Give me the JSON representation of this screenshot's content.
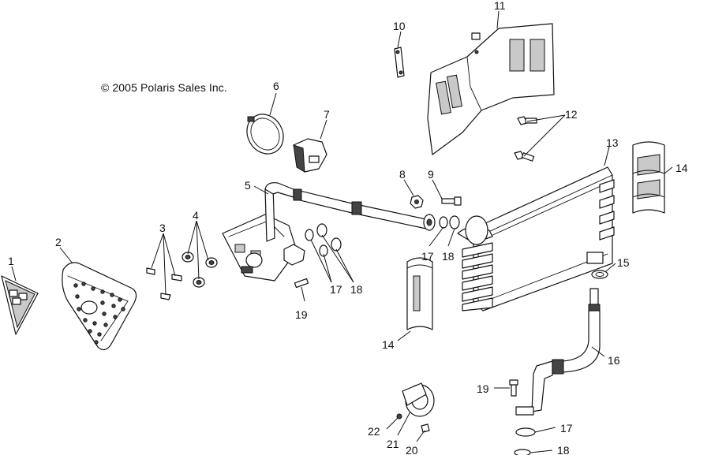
{
  "copyright": "© 2005 Polaris Sales Inc.",
  "callouts": {
    "c1": "1",
    "c2": "2",
    "c3": "3",
    "c4": "4",
    "c5": "5",
    "c6": "6",
    "c7": "7",
    "c8": "8",
    "c9": "9",
    "c10": "10",
    "c11": "11",
    "c12": "12",
    "c13": "13",
    "c14a": "14",
    "c14b": "14",
    "c15": "15",
    "c16": "16",
    "c17a": "17",
    "c17b": "17",
    "c17c": "17",
    "c18a": "18",
    "c18b": "18",
    "c18c": "18",
    "c19a": "19",
    "c19b": "19",
    "c20": "20",
    "c21": "21",
    "c22": "22"
  }
}
